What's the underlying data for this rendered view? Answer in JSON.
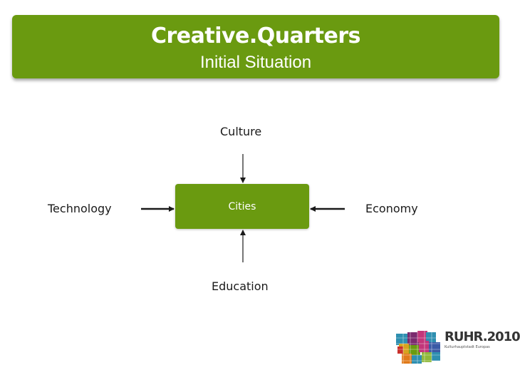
{
  "header": {
    "title": "Creative.Quarters",
    "subtitle": "Initial Situation"
  },
  "diagram": {
    "center": "Cities",
    "top": "Culture",
    "left": "Technology",
    "right": "Economy",
    "bottom": "Education"
  },
  "logo": {
    "text": "RUHR.2010",
    "subtext": "Kulturhauptstadt Europas"
  },
  "colors": {
    "accent_green": "#6a9a10",
    "text": "#1a1a1a"
  }
}
